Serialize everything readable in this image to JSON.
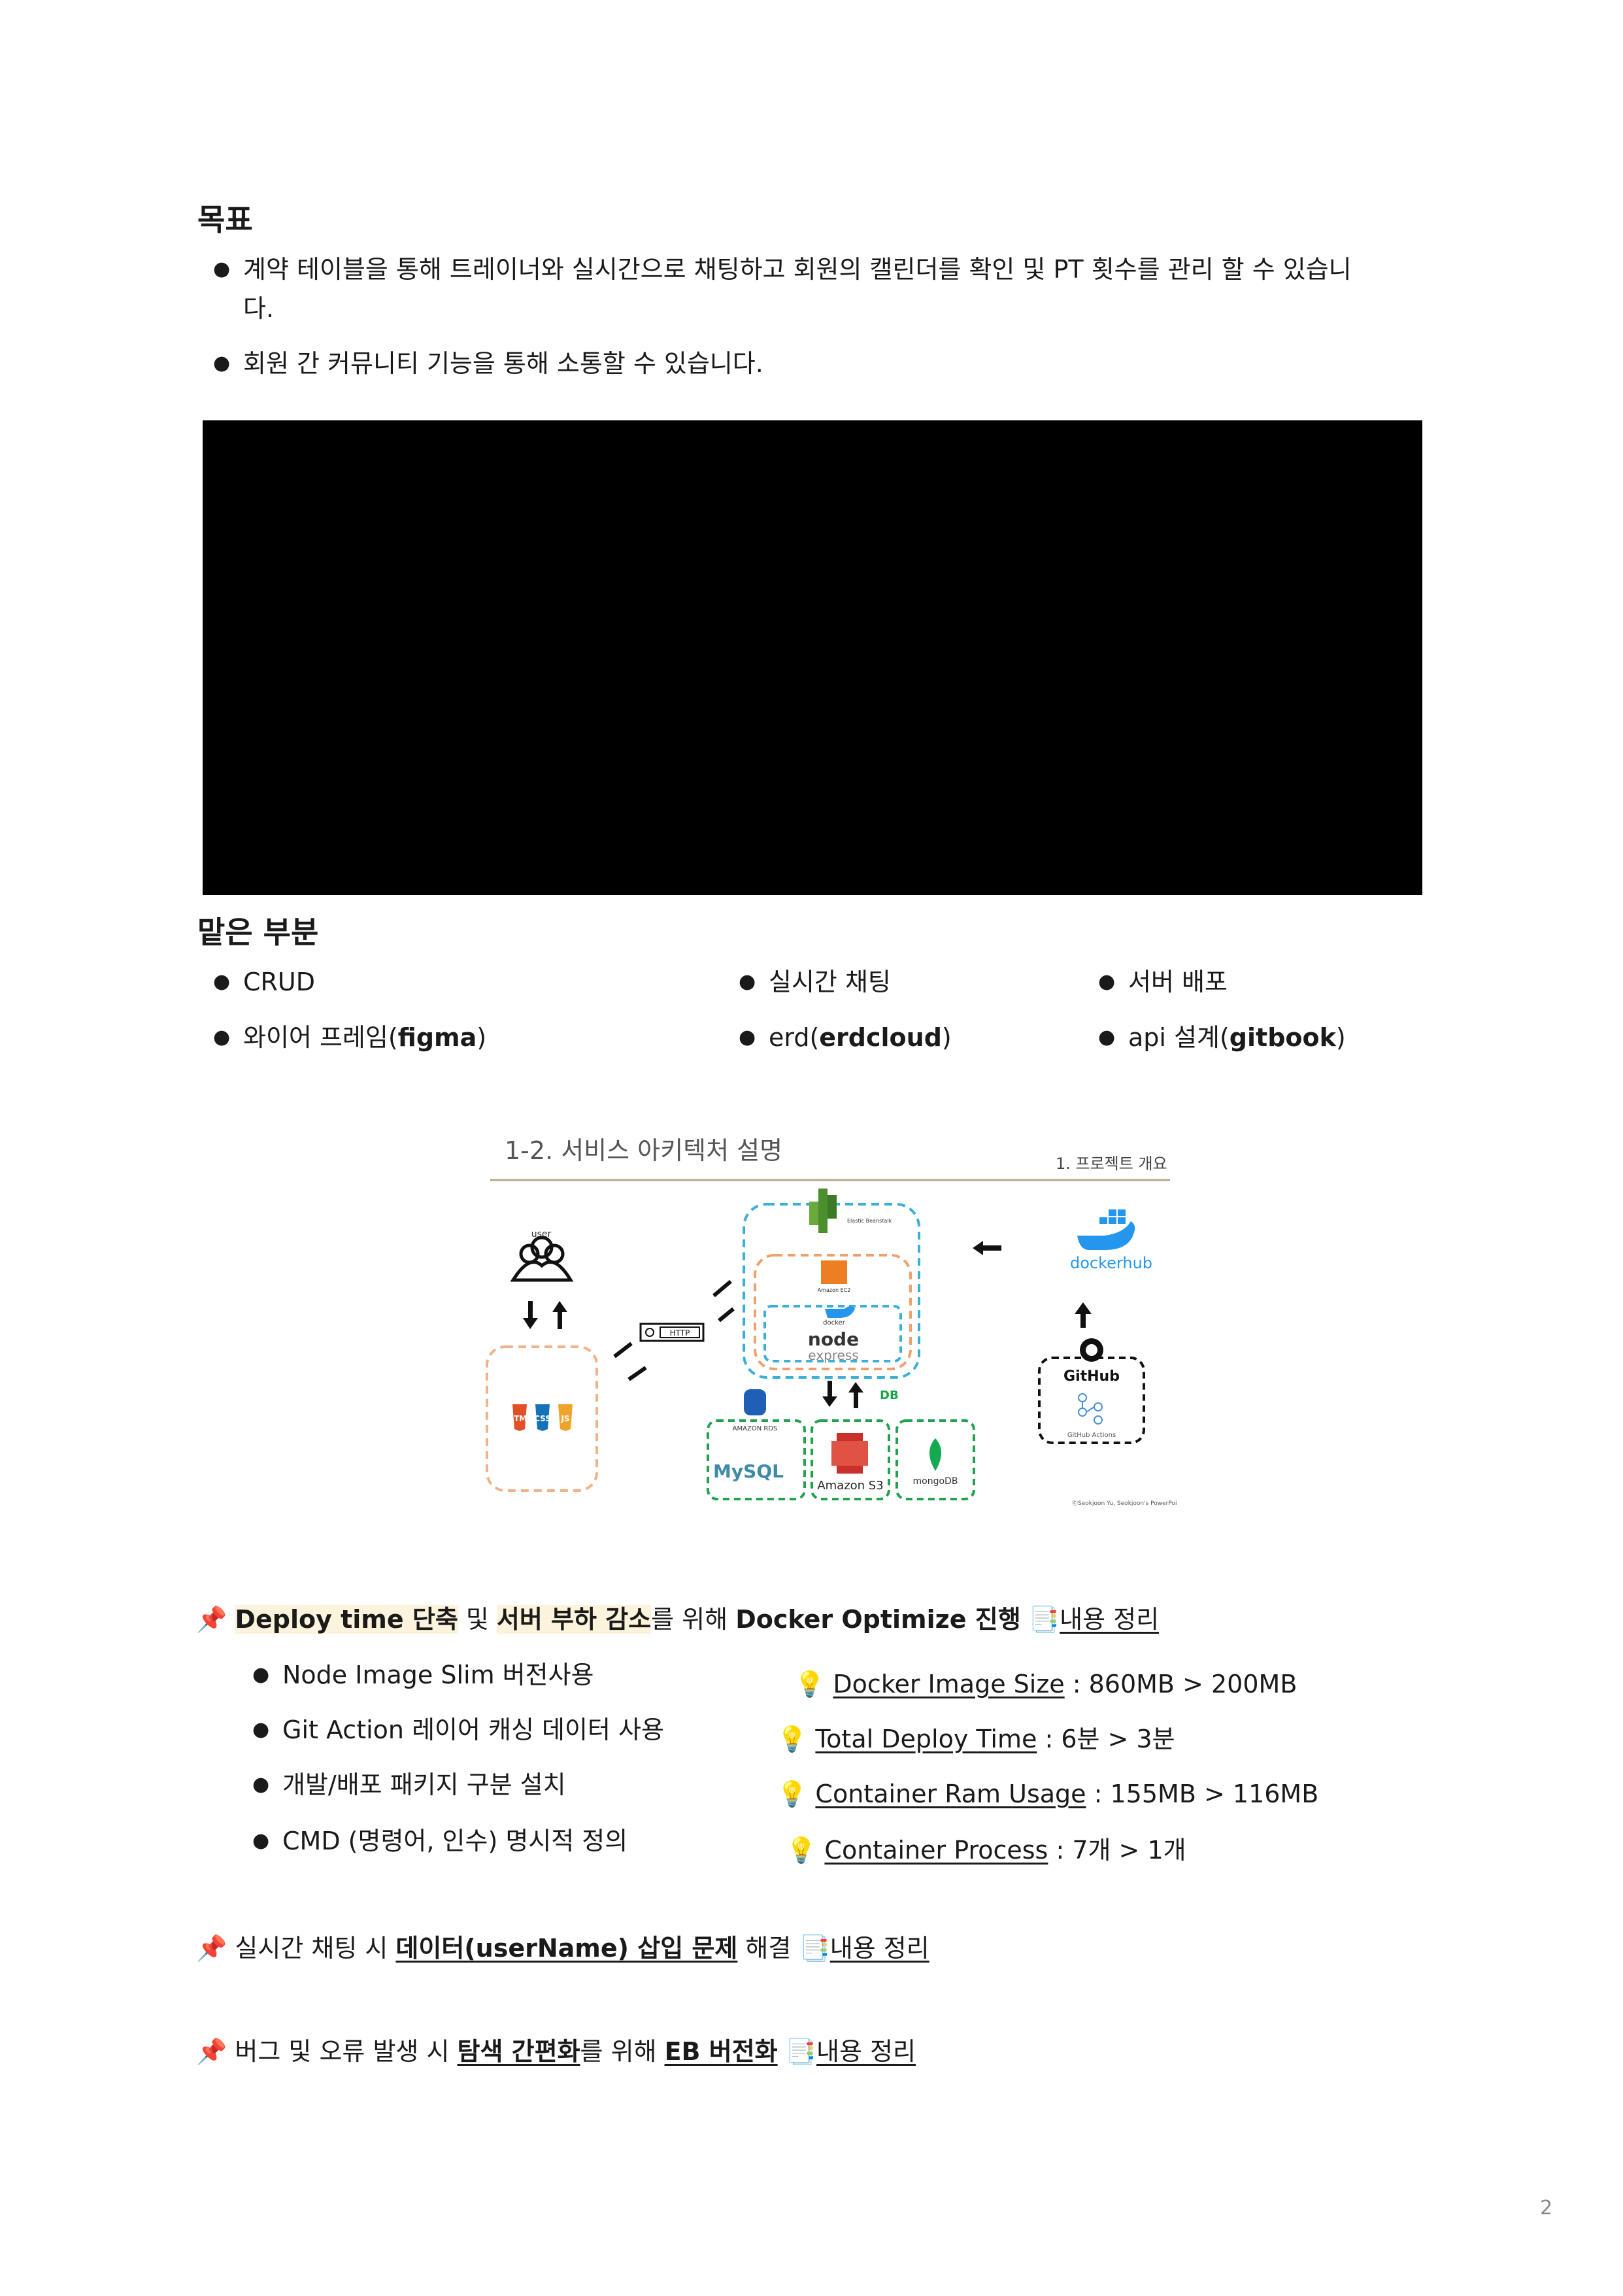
{
  "goal": {
    "heading": "목표",
    "items": [
      {
        "line1": "계약 테이블을 통해  트레이너와 실시간으로 채팅하고 회원의 캘린더를 확인 및 PT 횟수를 관리 할 수 있습니",
        "line2": "다."
      },
      {
        "line1": "회원 간 커뮤니티 기능을 통해 소통할 수 있습니다."
      }
    ]
  },
  "roles": {
    "heading": "맡은 부분",
    "col1": [
      {
        "text": "CRUD"
      },
      {
        "pre": "와이어 프레임(",
        "bold": "figma",
        "post": ")"
      }
    ],
    "col2": [
      {
        "text": "실시간 채팅"
      },
      {
        "pre": "erd(",
        "bold": "erdcloud",
        "post": ")"
      }
    ],
    "col3": [
      {
        "text": "서버 배포"
      },
      {
        "pre": "api 설계(",
        "bold": "gitbook",
        "post": ")"
      }
    ]
  },
  "architecture": {
    "title": "1-2. 서비스 아키텍처 설명",
    "subtitle": "1. 프로젝트 개요",
    "user_label": "user",
    "http_label": "HTTP",
    "eb_label": "Elastic Beanstalk",
    "ec2_label": "Amazon EC2",
    "docker_label": "docker",
    "node_label": "node",
    "express_label": "express",
    "db_label": "DB",
    "rds_label": "AMAZON RDS",
    "mysql_label": "MySQL",
    "s3_label": "Amazon S3",
    "mongo_label": "mongoDB",
    "dockerhub_label": "dockerhub",
    "github_label": "GitHub",
    "actions_label": "GitHub Actions",
    "credit": "ⒸSeokjoon Yu, Seokjoon's PowerPoint",
    "tech_labels": [
      "HTML",
      "CSS",
      "JS"
    ]
  },
  "deploy": {
    "pin": "📌",
    "h_part1": "Deploy time 단축",
    "h_part2": " 및 ",
    "h_part3": "서버 부하 감소",
    "h_part4": "를 위해 ",
    "h_part5": "Docker Optimize 진행",
    "memo_icon": "📑",
    "link": "내용 정리",
    "items": [
      "Node Image Slim 버전사용",
      "Git Action 레이어 캐싱 데이터 사용",
      "개발/배포 패키지 구분 설치",
      "CMD (명령어, 인수) 명시적 정의"
    ],
    "bulb": "💡",
    "stats": [
      {
        "label": "Docker Image Size",
        "value": " : 860MB > 200MB"
      },
      {
        "label": "Total Deploy Time",
        "value": " : 6분 > 3분"
      },
      {
        "label": "Container Ram Usage",
        "value": " : 155MB > 116MB"
      },
      {
        "label": "Container Process",
        "value": " : 7개 > 1개"
      }
    ]
  },
  "chat_fix": {
    "pin": "📌",
    "pre": "실시간 채팅 시 ",
    "bold": "데이터(userName) 삽입 문제",
    "post": " 해결 ",
    "memo_icon": "📑",
    "link": "내용 정리"
  },
  "eb_fix": {
    "pin": "📌",
    "pre": "버그 및 오류 발생 시 ",
    "bold1": "탐색 간편화",
    "mid": "를 위해 ",
    "bold2": "EB 버전화",
    "post": " ",
    "memo_icon": "📑",
    "link": "내용 정리"
  },
  "page_number": "2"
}
